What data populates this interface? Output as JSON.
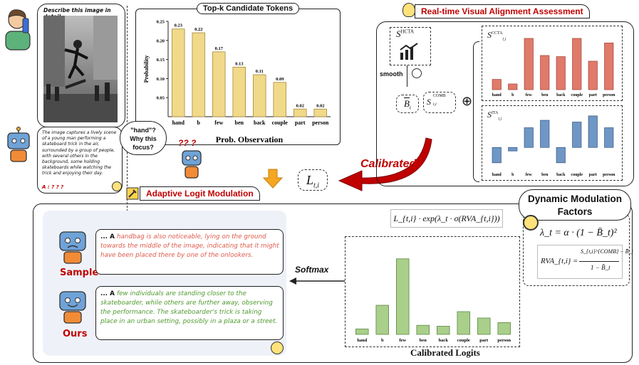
{
  "top_prompt": "Describe this image in detail.",
  "caption_text": "The image captures a lively scene of a young man performing a skateboard trick in the air, surrounded by a group of people, with several others in the background, some holding skateboards while watching the trick and enjoying their day.",
  "caption_tail": "A : ? ? ?",
  "question_bubble": "\"hand\"? Why this focus?",
  "question_marks": "??  ?",
  "top_chart_tab": "Top-k Candidate Tokens",
  "realtime_tag": "Real-time Visual Alignment Assessment",
  "adaptive_tag": "Adaptive Logit Modulation",
  "calibrated_label": "Calibrated!",
  "softmax_label": "Softmax",
  "dmf_title": "Dynamic Modulation Factors",
  "smooth_label": "smooth",
  "formula": {
    "s_hcta": "S",
    "s_hcta_sup": "HCTA",
    "b_bar": "B",
    "b_bar_sub": "t",
    "s_comb": "S",
    "s_comb_sup": "COMB",
    "s_comb_sub": "t,i",
    "s_ccta": "S",
    "s_ccta_sup": "CCTA",
    "s_ccta_sub": "t,i",
    "s_ita": "S",
    "s_ita_sup": "ITA",
    "s_ita_sub": "t,i",
    "l_ti": "L",
    "l_ti_sub": "t,i",
    "logit_expr": "L_{t,i} · exp(λ_t · σ(RVA_{t,i}))",
    "lambda_expr": "λ_t = α · (1 − B̄_t)²",
    "rva_lhs": "RVA_{t,i} =",
    "rva_num": "S_{t,i}^{COMB} − B̄_t",
    "rva_den": "1 − B̄_t",
    "oplus": "⊕"
  },
  "sample_label": "Sample",
  "ours_label": "Ours",
  "sample_text_prefix": "... A ",
  "sample_text": "handbag is also noticeable, lying on the ground towards the middle of the image, indicating that it might have been placed there by one of the onlookers.",
  "ours_text_prefix": "... A ",
  "ours_text": "few individuals are standing closer to the skateboarder, while others are further away, observing the performance. The skateboarder's trick is taking place in an urban setting, possibly in a plaza or a street.",
  "chart_data": [
    {
      "id": "top_k",
      "type": "bar",
      "categories": [
        "hand",
        "b",
        "few",
        "ben",
        "back",
        "couple",
        "part",
        "person"
      ],
      "values": [
        0.23,
        0.22,
        0.17,
        0.13,
        0.11,
        0.09,
        0.02,
        0.02
      ],
      "value_labels": [
        "0.23",
        "0.22",
        "0.17",
        "0.13",
        "0.11",
        "0.09",
        "0.02",
        "0.02"
      ],
      "ylabel": "Probability",
      "xlabel": "Prob. Observation",
      "ylim": [
        0,
        0.25
      ],
      "yticks": [
        0.05,
        0.1,
        0.15,
        0.2,
        0.25
      ],
      "ytick_labels": [
        "0.05",
        "0.10",
        "0.15",
        "0.20",
        "0.25"
      ],
      "color": "#f1d98a",
      "stroke": "#a88a3a",
      "grid": false
    },
    {
      "id": "ccta",
      "type": "bar",
      "categories": [
        "hand",
        "b",
        "few",
        "ben",
        "back",
        "couple",
        "part",
        "person"
      ],
      "values": [
        0.18,
        0.1,
        0.9,
        0.6,
        0.58,
        0.9,
        0.5,
        0.82
      ],
      "ylim": [
        0,
        1
      ],
      "color": "#e07a6a",
      "stroke": "#a84b3e"
    },
    {
      "id": "ita",
      "type": "bar",
      "categories": [
        "hand",
        "b",
        "few",
        "ben",
        "back",
        "couple",
        "part",
        "person"
      ],
      "values": [
        -0.35,
        -0.08,
        0.45,
        0.62,
        -0.35,
        0.58,
        0.72,
        0.45
      ],
      "ylim": [
        -0.5,
        0.8
      ],
      "color": "#6f97c6",
      "stroke": "#3e5f8a"
    },
    {
      "id": "calibrated",
      "type": "bar",
      "categories": [
        "hand",
        "b",
        "few",
        "ben",
        "back",
        "couple",
        "part",
        "person"
      ],
      "values": [
        0.06,
        0.32,
        0.83,
        0.1,
        0.09,
        0.25,
        0.18,
        0.13
      ],
      "ylim": [
        0,
        1
      ],
      "xlabel": "Calibrated Logits",
      "color": "#a9cf8a",
      "stroke": "#5e8a45"
    }
  ]
}
